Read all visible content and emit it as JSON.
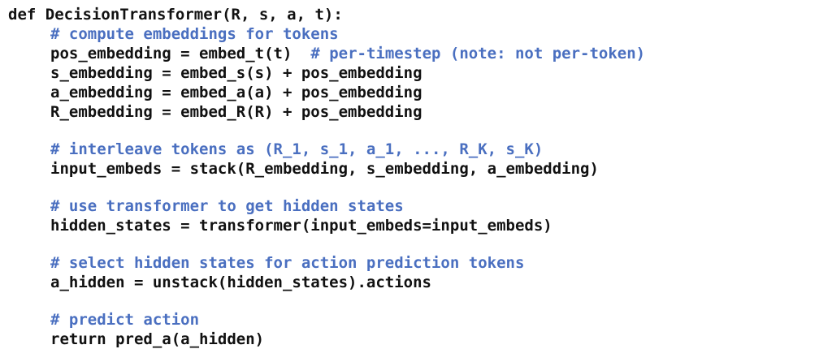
{
  "code": {
    "def_line": "def DecisionTransformer(R, s, a, t):",
    "comment_embeddings": "# compute embeddings for tokens",
    "pos_embedding_stmt": "pos_embedding = embed_t(t)",
    "pos_embedding_comment": "# per-timestep (note: not per-token)",
    "s_embedding_stmt": "s_embedding = embed_s(s) + pos_embedding",
    "a_embedding_stmt": "a_embedding = embed_a(a) + pos_embedding",
    "R_embedding_stmt": "R_embedding = embed_R(R) + pos_embedding",
    "comment_interleave": "# interleave tokens as (R_1, s_1, a_1, ..., R_K, s_K)",
    "input_embeds_stmt": "input_embeds = stack(R_embedding, s_embedding, a_embedding)",
    "comment_transformer": "# use transformer to get hidden states",
    "hidden_states_stmt": "hidden_states = transformer(input_embeds=input_embeds)",
    "comment_select": "# select hidden states for action prediction tokens",
    "a_hidden_stmt": "a_hidden = unstack(hidden_states).actions",
    "comment_predict": "# predict action",
    "return_stmt": "return pred_a(a_hidden)"
  },
  "colors": {
    "code_text": "#111111",
    "comment": "#4a6fc0",
    "background": "#ffffff"
  }
}
